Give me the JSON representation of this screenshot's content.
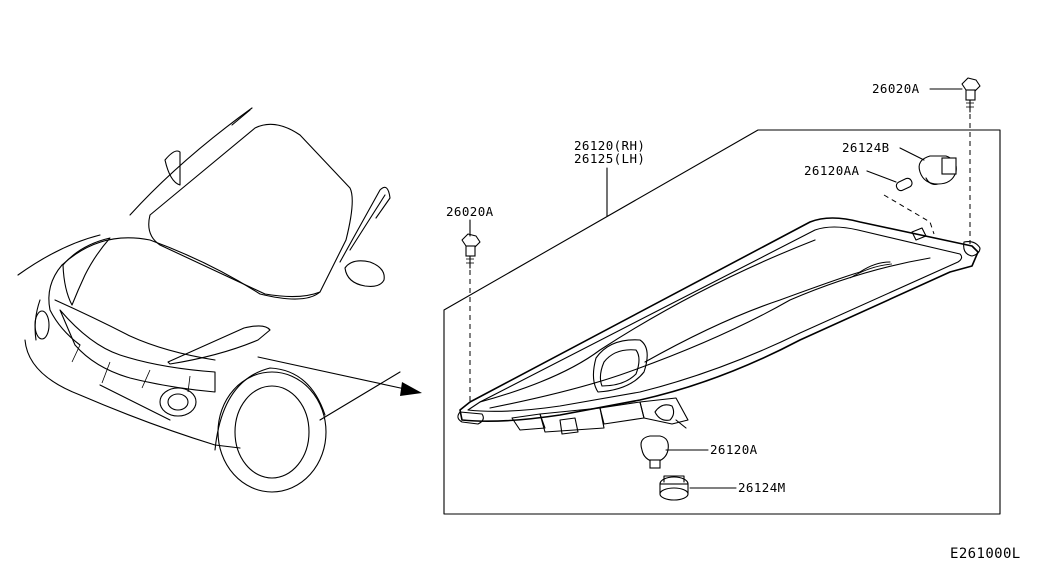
{
  "callouts": {
    "p26020A_top": "26020A",
    "p26120_rh": "26120(RH)",
    "p26125_lh": "26125(LH)",
    "p26124B": "26124B",
    "p26120AA": "26120AA",
    "p26020A_left": "26020A",
    "p26120A": "26120A",
    "p26124M": "26124M"
  },
  "diagram_code": "E261000L"
}
